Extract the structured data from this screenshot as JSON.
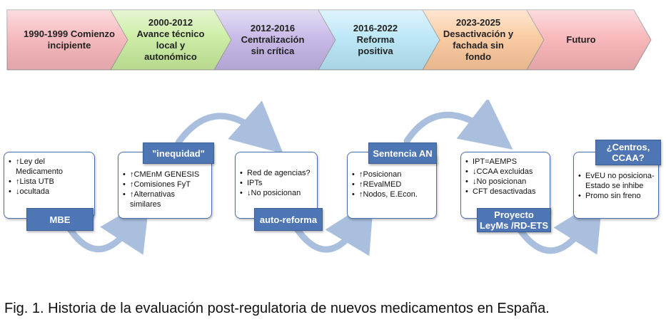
{
  "timeline": {
    "phases": [
      {
        "label": "1990-1999 Comienzo\nincipiente",
        "color": "#f6b4b8"
      },
      {
        "label": "2000-2012\nAvance técnico\nlocal y\nautonómico",
        "color": "#c8ec9d"
      },
      {
        "label": "2012-2016\nCentralización\nsin crítica",
        "color": "#c3b4e6"
      },
      {
        "label": "2016-2022\nReforma\npositiva",
        "color": "#b7e6f7"
      },
      {
        "label": "2023-2025\nDesactivación y\nfachada sin\nfondo",
        "color": "#fbc79a"
      },
      {
        "label": "Futuro",
        "color": "#f8b2b6"
      }
    ]
  },
  "stages": [
    {
      "tag": "MBE",
      "items": [
        "↑Ley del\nMedicamento",
        "↑Lista UTB",
        "↓ocultada"
      ]
    },
    {
      "tag": "\"inequidad\"",
      "items": [
        "↑CMEnM GENESIS",
        "↑Comisiones FyT",
        "↑Alternativas\nsimilares"
      ]
    },
    {
      "tag": "auto-reforma",
      "items": [
        "Red de agencias?",
        "IPTs",
        "↓No posicionan"
      ]
    },
    {
      "tag": "Sentencia AN",
      "items": [
        "↑Posicionan",
        "↑REvalMED",
        "↑Nodos, E.Econ."
      ]
    },
    {
      "tag": "Proyecto\nLeyMs /RD-ETS",
      "items": [
        "IPT=AEMPS",
        "↓CCAA excluidas",
        "↓No posicionan",
        "CFT desactivadas"
      ]
    },
    {
      "tag": "¿Centros,\nCCAA?",
      "items": [
        "EvEU no posiciona-\nEstado se inhibe",
        "Promo  sin freno"
      ]
    }
  ],
  "caption": "Fig. 1. Historia de la evaluación post-regulatoria de nuevos medicamentos en España.",
  "colors": {
    "arc": "#a9bfdd",
    "card_border": "#4a6fb0",
    "tag_fill": "#4f76b4"
  }
}
